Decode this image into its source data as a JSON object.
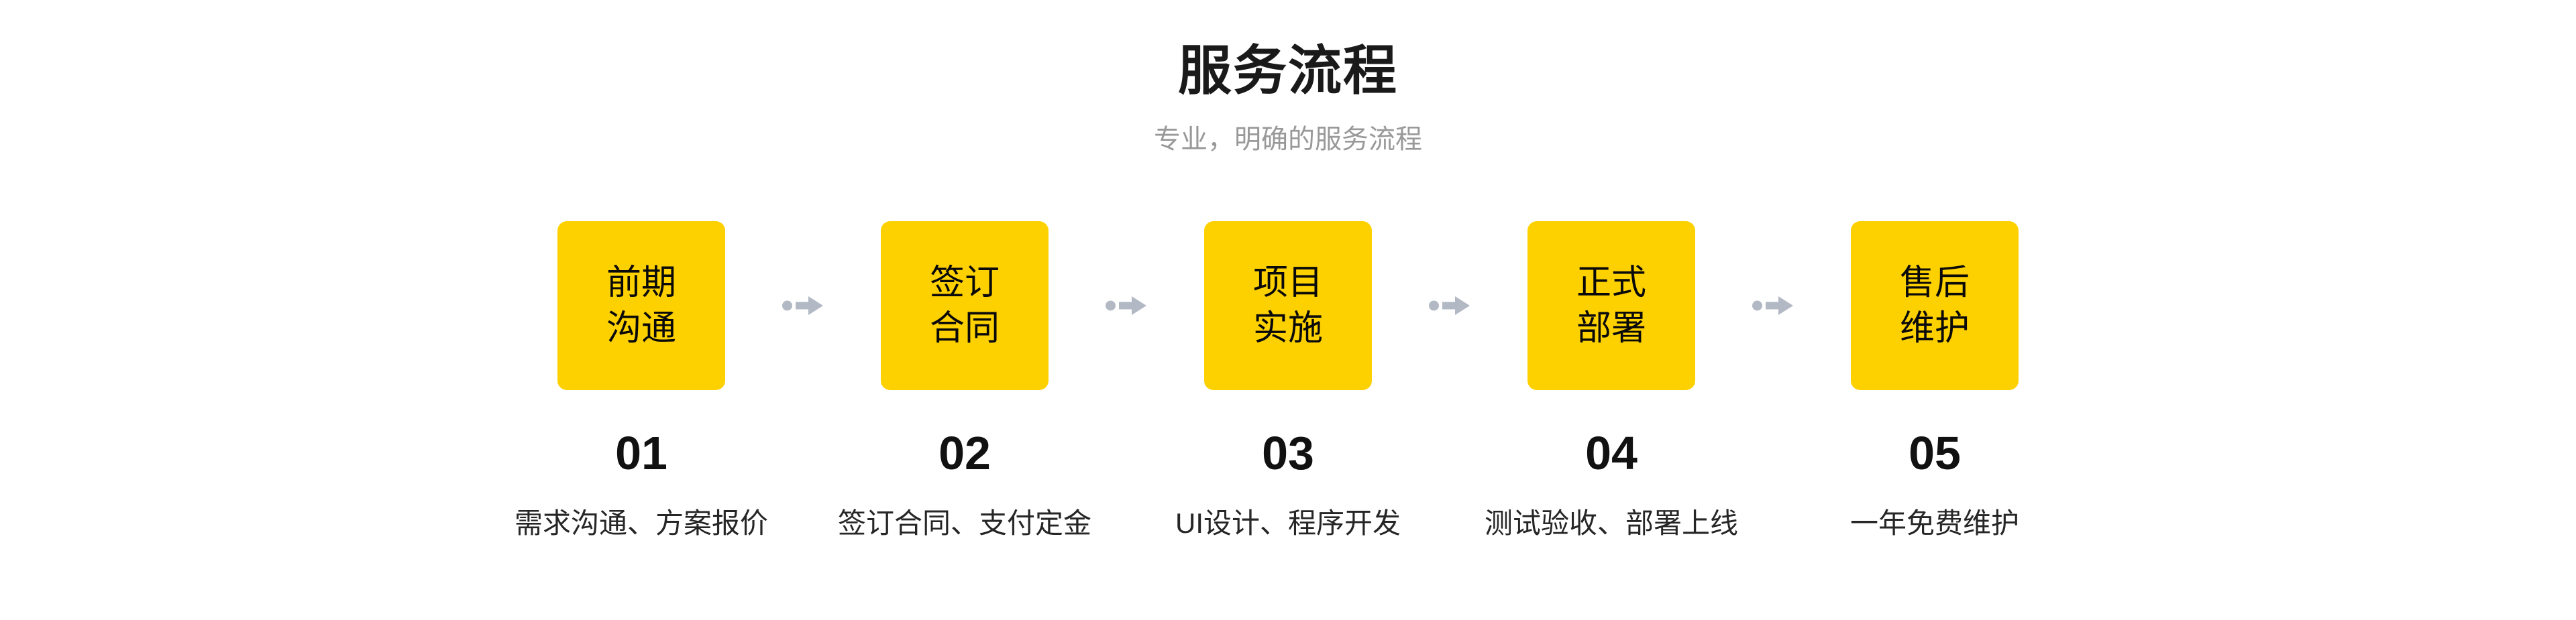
{
  "header": {
    "title": "服务流程",
    "subtitle": "专业，明确的服务流程"
  },
  "steps": [
    {
      "line1": "前期",
      "line2": "沟通",
      "number": "01",
      "description": "需求沟通、方案报价"
    },
    {
      "line1": "签订",
      "line2": "合同",
      "number": "02",
      "description": "签订合同、支付定金"
    },
    {
      "line1": "项目",
      "line2": "实施",
      "number": "03",
      "description": "UI设计、程序开发"
    },
    {
      "line1": "正式",
      "line2": "部署",
      "number": "04",
      "description": "测试验收、部署上线"
    },
    {
      "line1": "售后",
      "line2": "维护",
      "number": "05",
      "description": "一年免费维护"
    }
  ],
  "icons": {
    "connector": "dot-arrow-right-icon"
  },
  "colors": {
    "card": "#fdd000",
    "arrow": "#b2b9c4",
    "title": "#1a1a1a",
    "subtitle": "#999999",
    "number": "#111111",
    "description": "#262626",
    "card_text": "#0a0a0a",
    "background": "#ffffff"
  }
}
